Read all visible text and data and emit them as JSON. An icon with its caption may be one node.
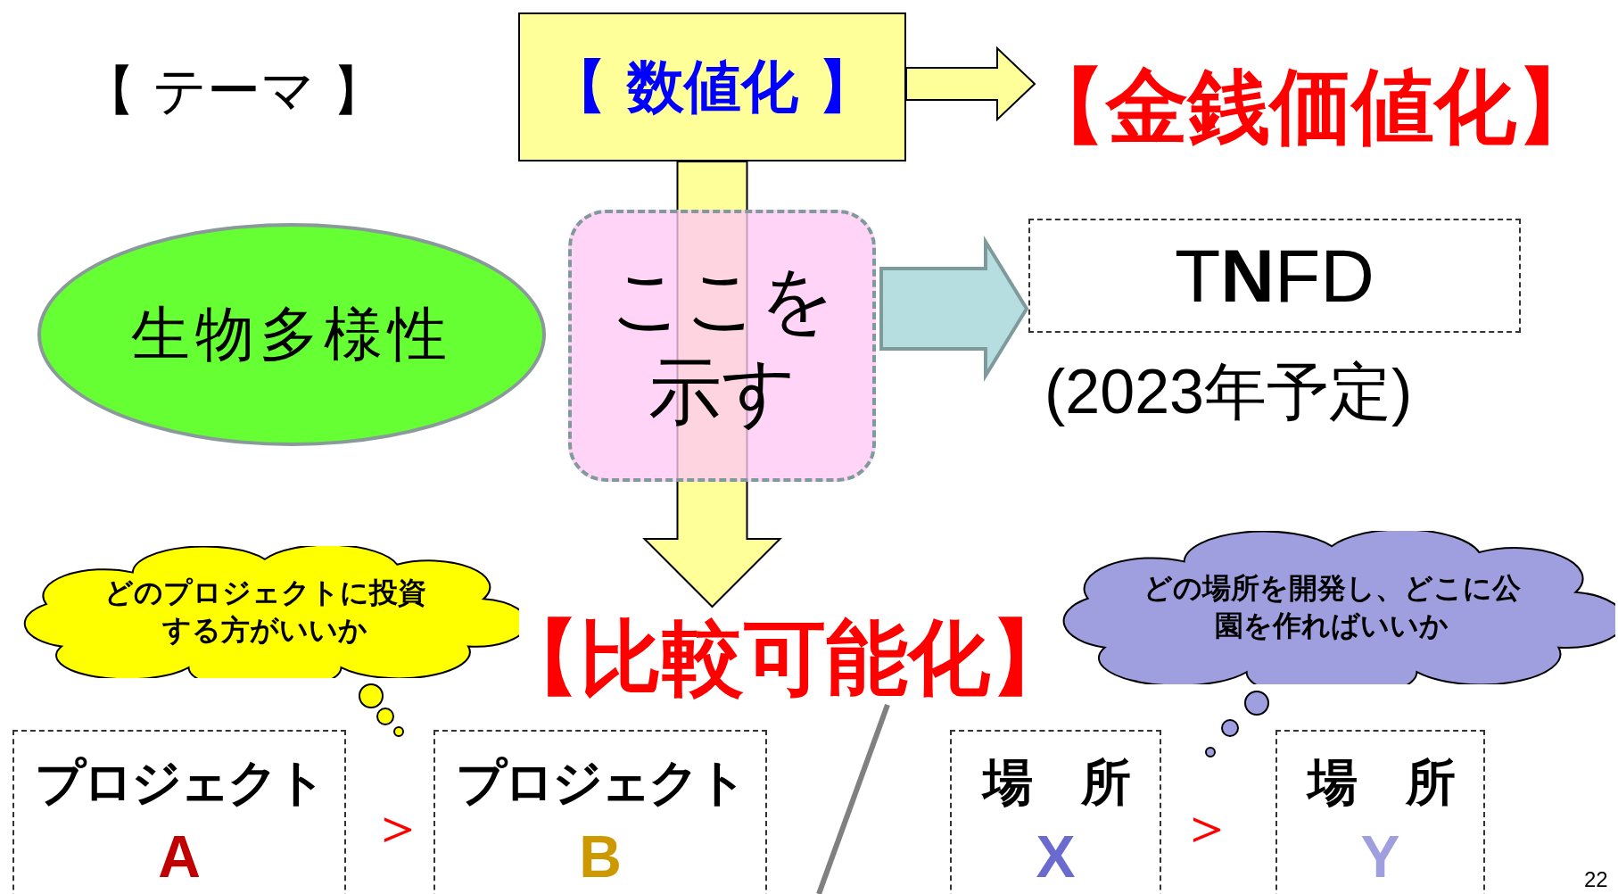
{
  "diagram": {
    "nodes": [
      {
        "text": [
          "【 数値化 】"
        ]
      },
      {
        "text": [
          "【金銭価値化】"
        ]
      },
      {
        "text": [
          "生物多様性"
        ]
      },
      {
        "text": [
          "ここを示す"
        ]
      },
      {
        "text": [
          "T**N**FD"
        ],
        "beside": [
          "(2023年予定)"
        ]
      },
      {
        "text": [
          "【比較可能化】"
        ]
      },
      {
        "text": [
          "どのプロジェクトに投資する方がいいか"
        ]
      },
      {
        "text": [
          "どの場所を開発し、どこに公園を作ればいいか"
        ]
      },
      {
        "text": [
          "プロジェクト",
          "A"
        ]
      },
      {
        "text": [
          "プロジェクト",
          "B"
        ]
      },
      {
        "text": [
          "場 所",
          "X"
        ]
      },
      {
        "text": [
          "場 所",
          "Y"
        ]
      }
    ],
    "edges": [
      {
        "from": 0,
        "to": 1,
        "arrow": "to"
      },
      {
        "from": 0,
        "to": 5,
        "arrow": "to"
      },
      {
        "from": 3,
        "to": 4,
        "arrow": "to"
      }
    ],
    "labels": [
      "【 テーマ 】",
      "＞",
      "＞",
      "22"
    ]
  }
}
